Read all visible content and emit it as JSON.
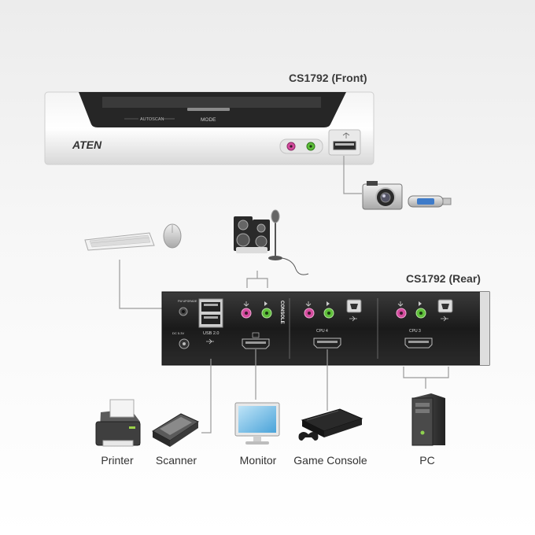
{
  "front_title": "CS1792 (Front)",
  "rear_title": "CS1792 (Rear)",
  "front_panel": {
    "brand": "ATEN",
    "autoscan_label": "AUTOSCAN",
    "mode_label": "MODE"
  },
  "rear_panel": {
    "fw_upgrade_label": "FW UPGRADE",
    "dc_label": "DC 5.3V",
    "usb_label": "USB 2.0",
    "console_label": "CONSOLE",
    "cpu4_label": "CPU 4",
    "cpu3_label": "CPU 3"
  },
  "devices": {
    "printer": "Printer",
    "scanner": "Scanner",
    "monitor": "Monitor",
    "game_console": "Game Console",
    "pc": "PC"
  },
  "colors": {
    "mic_jack": "#d44b9e",
    "speaker_jack": "#5fbf3a",
    "connector_line": "#9a9a9a",
    "panel_dark": "#1c1c1c"
  }
}
